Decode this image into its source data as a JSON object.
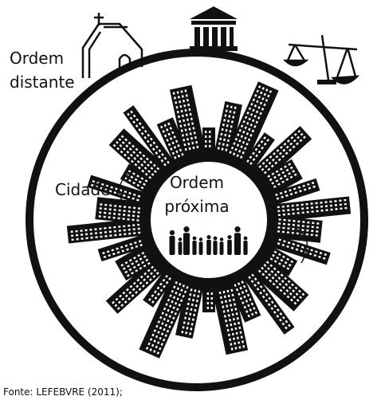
{
  "labels": {
    "outer_order": [
      "Ordem",
      "distante"
    ],
    "city": "Cidade",
    "near_order": [
      "Ordem",
      "próxima"
    ]
  },
  "source": "Fonte: LEFEBVRE (2011);",
  "icons": [
    "church-icon",
    "government-building-icon",
    "justice-scale-icon",
    "family-people-icon"
  ],
  "colors": {
    "ink": "#111111",
    "background": "#ffffff"
  }
}
